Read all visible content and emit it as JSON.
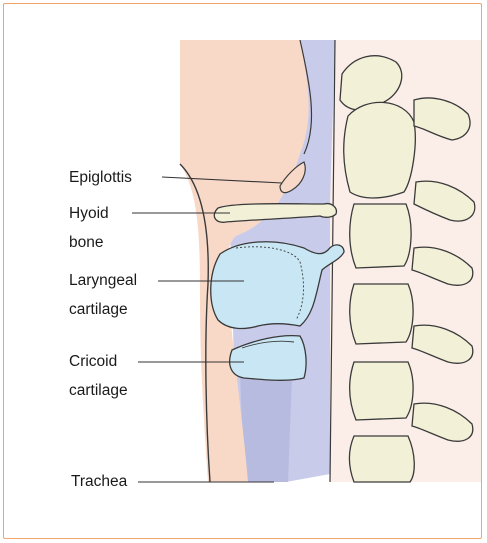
{
  "labels": {
    "epiglottis": "Epiglottis",
    "hyoid_line1": "Hyoid",
    "hyoid_line2": "bone",
    "laryngeal_line1": "Laryngeal",
    "laryngeal_line2": "cartilage",
    "cricoid_line1": "Cricoid",
    "cricoid_line2": "cartilage",
    "trachea": "Trachea"
  },
  "colors": {
    "frame_border": "#f3a46a",
    "skin_tissue": "#f8d9c8",
    "airway": "#c9cbea",
    "spine_tissue": "#fbeee8",
    "bone": "#f3f0d8",
    "cartilage": "#c8e6f3",
    "outline": "#3a3a3a",
    "leader_line": "#333333",
    "label_text": "#1a1a1a"
  }
}
